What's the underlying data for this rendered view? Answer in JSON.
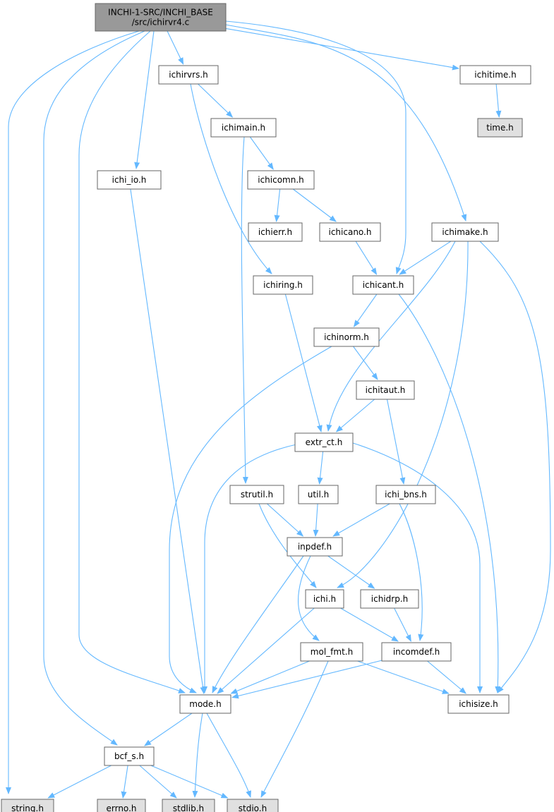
{
  "colors": {
    "edge": "#63b8ff",
    "node_fill": "#ffffff",
    "node_stroke": "#666666",
    "root_fill": "#999999",
    "external_fill": "#e0e0e0"
  },
  "nodes": [
    {
      "id": "root",
      "lines": [
        "INCHI-1-SRC/INCHI_BASE",
        "/src/ichirvr4.c"
      ],
      "kind": "root"
    },
    {
      "id": "ichirvrs",
      "lines": [
        "ichirvrs.h"
      ],
      "kind": "header"
    },
    {
      "id": "ichitime",
      "lines": [
        "ichitime.h"
      ],
      "kind": "header"
    },
    {
      "id": "timeh",
      "lines": [
        "time.h"
      ],
      "kind": "system"
    },
    {
      "id": "ichimain",
      "lines": [
        "ichimain.h"
      ],
      "kind": "header"
    },
    {
      "id": "ichi_io",
      "lines": [
        "ichi_io.h"
      ],
      "kind": "header"
    },
    {
      "id": "ichicomn",
      "lines": [
        "ichicomn.h"
      ],
      "kind": "header"
    },
    {
      "id": "ichierr",
      "lines": [
        "ichierr.h"
      ],
      "kind": "header"
    },
    {
      "id": "ichicano",
      "lines": [
        "ichicano.h"
      ],
      "kind": "header"
    },
    {
      "id": "ichimake",
      "lines": [
        "ichimake.h"
      ],
      "kind": "header"
    },
    {
      "id": "ichiring",
      "lines": [
        "ichiring.h"
      ],
      "kind": "header"
    },
    {
      "id": "ichicant",
      "lines": [
        "ichicant.h"
      ],
      "kind": "header"
    },
    {
      "id": "ichinorm",
      "lines": [
        "ichinorm.h"
      ],
      "kind": "header"
    },
    {
      "id": "ichitaut",
      "lines": [
        "ichitaut.h"
      ],
      "kind": "header"
    },
    {
      "id": "extr_ct",
      "lines": [
        "extr_ct.h"
      ],
      "kind": "header"
    },
    {
      "id": "strutil",
      "lines": [
        "strutil.h"
      ],
      "kind": "header"
    },
    {
      "id": "util",
      "lines": [
        "util.h"
      ],
      "kind": "header"
    },
    {
      "id": "ichi_bns",
      "lines": [
        "ichi_bns.h"
      ],
      "kind": "header"
    },
    {
      "id": "inpdef",
      "lines": [
        "inpdef.h"
      ],
      "kind": "header"
    },
    {
      "id": "ichi",
      "lines": [
        "ichi.h"
      ],
      "kind": "header"
    },
    {
      "id": "ichidrp",
      "lines": [
        "ichidrp.h"
      ],
      "kind": "header"
    },
    {
      "id": "mol_fmt",
      "lines": [
        "mol_fmt.h"
      ],
      "kind": "header"
    },
    {
      "id": "incomdef",
      "lines": [
        "incomdef.h"
      ],
      "kind": "header"
    },
    {
      "id": "mode",
      "lines": [
        "mode.h"
      ],
      "kind": "header"
    },
    {
      "id": "ichisize",
      "lines": [
        "ichisize.h"
      ],
      "kind": "header"
    },
    {
      "id": "bcf_s",
      "lines": [
        "bcf_s.h"
      ],
      "kind": "header"
    },
    {
      "id": "stringh",
      "lines": [
        "string.h"
      ],
      "kind": "system"
    },
    {
      "id": "errnoh",
      "lines": [
        "errno.h"
      ],
      "kind": "system"
    },
    {
      "id": "stdlibh",
      "lines": [
        "stdlib.h"
      ],
      "kind": "system"
    },
    {
      "id": "stdioh",
      "lines": [
        "stdio.h"
      ],
      "kind": "system"
    }
  ],
  "edges": [
    [
      "root",
      "ichirvrs"
    ],
    [
      "root",
      "ichitime"
    ],
    [
      "root",
      "ichi_io"
    ],
    [
      "root",
      "ichicant"
    ],
    [
      "root",
      "ichimake"
    ],
    [
      "root",
      "mode"
    ],
    [
      "root",
      "bcf_s"
    ],
    [
      "root",
      "stringh"
    ],
    [
      "ichitime",
      "timeh"
    ],
    [
      "ichirvrs",
      "ichimain"
    ],
    [
      "ichirvrs",
      "ichiring"
    ],
    [
      "ichimain",
      "ichicomn"
    ],
    [
      "ichimain",
      "strutil"
    ],
    [
      "ichicomn",
      "ichierr"
    ],
    [
      "ichicomn",
      "ichicano"
    ],
    [
      "ichicano",
      "ichicant"
    ],
    [
      "ichi_io",
      "mode"
    ],
    [
      "ichimake",
      "ichicant"
    ],
    [
      "ichimake",
      "extr_ct"
    ],
    [
      "ichimake",
      "ichi"
    ],
    [
      "ichimake",
      "ichisize"
    ],
    [
      "ichiring",
      "extr_ct"
    ],
    [
      "ichicant",
      "ichinorm"
    ],
    [
      "ichicant",
      "ichisize"
    ],
    [
      "ichinorm",
      "ichitaut"
    ],
    [
      "ichinorm",
      "mode"
    ],
    [
      "ichitaut",
      "extr_ct"
    ],
    [
      "ichitaut",
      "ichi_bns"
    ],
    [
      "extr_ct",
      "util"
    ],
    [
      "extr_ct",
      "mode"
    ],
    [
      "extr_ct",
      "ichisize"
    ],
    [
      "strutil",
      "inpdef"
    ],
    [
      "strutil",
      "ichi"
    ],
    [
      "util",
      "inpdef"
    ],
    [
      "ichi_bns",
      "inpdef"
    ],
    [
      "ichi_bns",
      "incomdef"
    ],
    [
      "inpdef",
      "ichidrp"
    ],
    [
      "inpdef",
      "mol_fmt"
    ],
    [
      "inpdef",
      "mode"
    ],
    [
      "ichidrp",
      "incomdef"
    ],
    [
      "ichi",
      "incomdef"
    ],
    [
      "ichi",
      "mode"
    ],
    [
      "mol_fmt",
      "mode"
    ],
    [
      "mol_fmt",
      "ichisize"
    ],
    [
      "mol_fmt",
      "stdioh"
    ],
    [
      "incomdef",
      "mode"
    ],
    [
      "incomdef",
      "ichisize"
    ],
    [
      "mode",
      "bcf_s"
    ],
    [
      "mode",
      "stdlibh"
    ],
    [
      "mode",
      "stdioh"
    ],
    [
      "bcf_s",
      "stringh"
    ],
    [
      "bcf_s",
      "errnoh"
    ],
    [
      "bcf_s",
      "stdlibh"
    ],
    [
      "bcf_s",
      "stdioh"
    ]
  ]
}
